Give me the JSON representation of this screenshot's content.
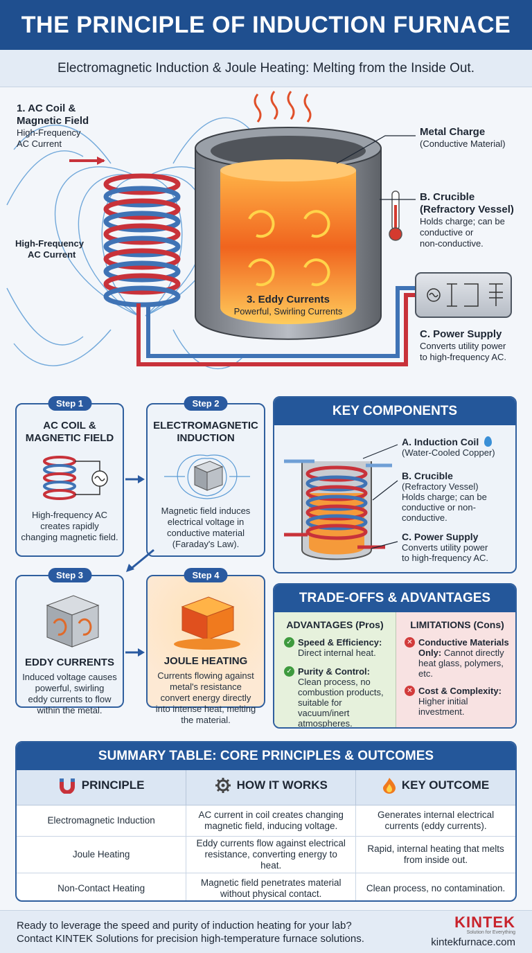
{
  "header": {
    "title": "THE PRINCIPLE OF INDUCTION FURNACE",
    "subtitle": "Electromagnetic Induction & Joule Heating: Melting from the Inside Out."
  },
  "hero": {
    "coil_title": "1. AC Coil &",
    "coil_title2": "Magnetic Field",
    "coil_sub1": "High-Frequency",
    "coil_sub2": "AC Current",
    "current_label1": "High-Frequency",
    "current_label2": "AC Current",
    "metal_title": "Metal Charge",
    "metal_sub": "(Conductive Material)",
    "crucible_title1": "B. Crucible",
    "crucible_title2": "(Refractory Vessel)",
    "crucible_desc1": "Holds charge; can be",
    "crucible_desc2": "conductive or",
    "crucible_desc3": "non-conductive.",
    "eddy_title": "3. Eddy Currents",
    "eddy_sub": "Powerful, Swirling Currents",
    "power_title": "C. Power Supply",
    "power_desc1": "Converts utility power",
    "power_desc2": "to high-frequency AC."
  },
  "steps": [
    {
      "pill": "Step 1",
      "title1": "AC COIL &",
      "title2": "MAGNETIC FIELD",
      "desc": [
        "High-frequency AC",
        "creates rapidly",
        "changing magnetic field."
      ]
    },
    {
      "pill": "Step 2",
      "title1": "ELECTROMAGNETIC",
      "title2": "INDUCTION",
      "desc": [
        "Magnetic field induces",
        "electrical voltage in",
        "conductive material",
        "(Faraday's Law)."
      ]
    },
    {
      "pill": "Step 3",
      "title1": "EDDY CURRENTS",
      "title2": "",
      "desc": [
        "Induced voltage causes",
        "powerful, swirling",
        "eddy currents to flow",
        "within the metal."
      ]
    },
    {
      "pill": "Step 4",
      "title1": "JOULE HEATING",
      "title2": "",
      "desc": [
        "Currents flowing against",
        "metal's resistance",
        "convert energy directly",
        "into intense heat, melting",
        "the material."
      ]
    }
  ],
  "key_components": {
    "title": "KEY COMPONENTS",
    "coil_title": "A. Induction Coil",
    "coil_desc": "(Water-Cooled Copper)",
    "crucible_title": "B. Crucible",
    "crucible_desc": [
      "(Refractory Vessel)",
      "Holds charge; can be",
      "conductive or non-",
      "conductive."
    ],
    "power_title": "C. Power Supply",
    "power_desc": [
      "Converts utility power",
      "to high-frequency AC."
    ]
  },
  "tradeoffs": {
    "title": "TRADE-OFFS & ADVANTAGES",
    "pros_title": "ADVANTAGES (Pros)",
    "cons_title": "LIMITATIONS (Cons)",
    "pros": [
      {
        "head": "Speed & Efficiency:",
        "body": "Direct internal heat."
      },
      {
        "head": "Purity & Control:",
        "body": "Clean process, no combustion products, suitable for vacuum/inert atmospheres."
      }
    ],
    "cons": [
      {
        "head": "Conductive Materials Only:",
        "body": "Cannot directly heat glass, polymers, etc."
      },
      {
        "head": "Cost & Complexity:",
        "body": "Higher initial investment."
      }
    ],
    "colors": {
      "pros_bg": "#e6f1dc",
      "cons_bg": "#f8e2e2",
      "pro_icon": "#3e9a3e",
      "con_icon": "#d23b3b"
    }
  },
  "summary_table": {
    "title": "SUMMARY TABLE: CORE PRINCIPLES & OUTCOMES",
    "headers": [
      "PRINCIPLE",
      "HOW IT WORKS",
      "KEY OUTCOME"
    ],
    "header_icons": [
      "magnet-icon",
      "gear-icon",
      "flame-icon"
    ],
    "rows": [
      [
        "Electromagnetic Induction",
        "AC current in coil creates changing magnetic field, inducing voltage.",
        "Generates internal electrical currents (eddy currents)."
      ],
      [
        "Joule Heating",
        "Eddy currents flow against electrical resistance, converting energy to heat.",
        "Rapid, internal heating that melts from inside out."
      ],
      [
        "Non-Contact Heating",
        "Magnetic field penetrates material without physical contact.",
        "Clean process, no contamination."
      ]
    ]
  },
  "footer": {
    "line1": "Ready to leverage the speed and purity of induction heating for your lab?",
    "line2": "Contact KINTEK Solutions for precision high-temperature furnace solutions.",
    "brand": "KINTEK",
    "tagline": "Solution for Everything",
    "site": "kintekfurnace.com"
  },
  "colors": {
    "brand_blue": "#1f4f8f",
    "copper_red": "#c8323a",
    "coil_blue": "#3f73b5",
    "molten_orange": "#f07a1e",
    "brand_red": "#c8232c"
  }
}
